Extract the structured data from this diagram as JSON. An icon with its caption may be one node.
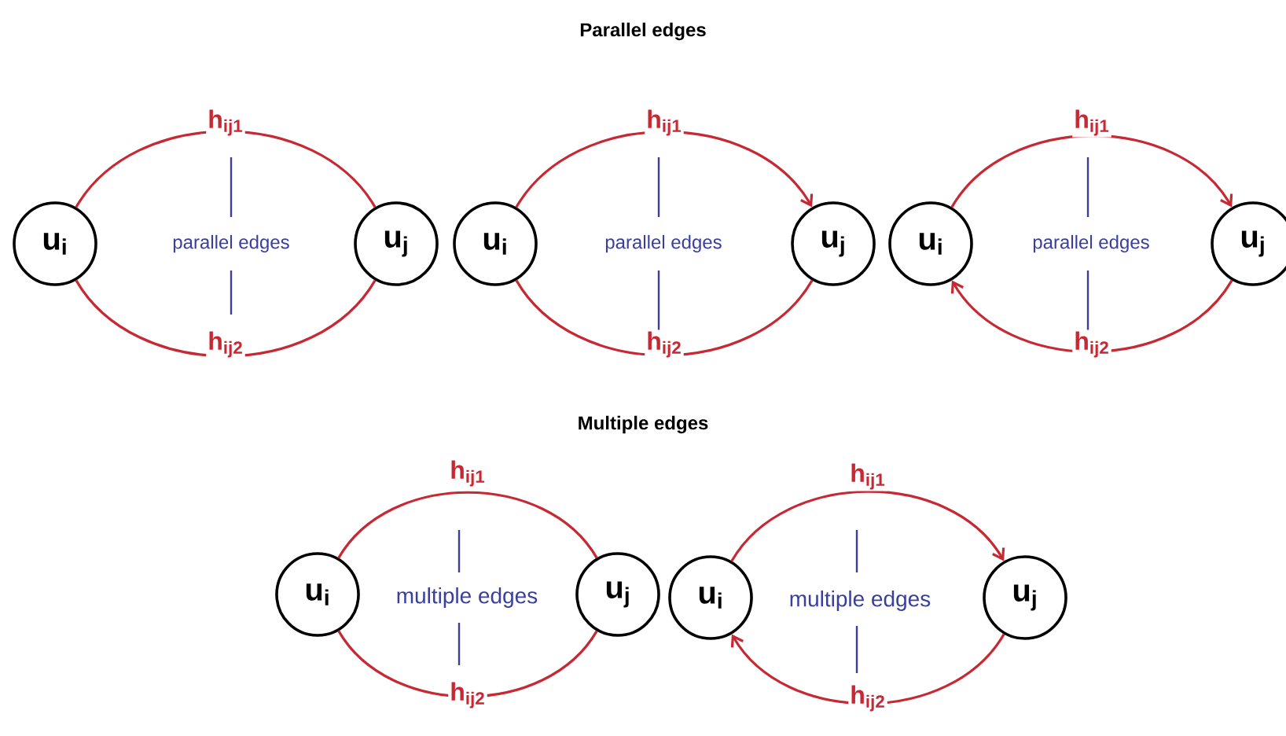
{
  "diagram": {
    "nodes": [
      {
        "text": [
          "u$_{i}$"
        ]
      },
      {
        "text": [
          "u$_{j}$"
        ]
      },
      {
        "text": [
          "u$_{i}$"
        ]
      },
      {
        "text": [
          "u$_{j}$"
        ]
      },
      {
        "text": [
          "u$_{i}$"
        ]
      },
      {
        "text": [
          "u$_{j}$"
        ]
      },
      {
        "text": [
          "u$_{i}$"
        ]
      },
      {
        "text": [
          "u$_{j}$"
        ]
      },
      {
        "text": [
          "u$_{i}$"
        ]
      },
      {
        "text": [
          "u$_{j}$"
        ]
      }
    ],
    "edges": [
      {
        "from": 0,
        "to": 1,
        "arrow": "none",
        "label": "h$_{ij1}$"
      },
      {
        "from": 0,
        "to": 1,
        "arrow": "none",
        "label": "h$_{ij2}$"
      },
      {
        "from": 2,
        "to": 3,
        "arrow": "to",
        "label": "h$_{ij1}$"
      },
      {
        "from": 2,
        "to": 3,
        "arrow": "none",
        "label": "h$_{ij2}$"
      },
      {
        "from": 4,
        "to": 5,
        "arrow": "to",
        "label": "h$_{ij1}$"
      },
      {
        "from": 5,
        "to": 4,
        "arrow": "to",
        "label": "h$_{ij2}$"
      },
      {
        "from": 6,
        "to": 7,
        "arrow": "none",
        "label": "h$_{ij1}$"
      },
      {
        "from": 6,
        "to": 7,
        "arrow": "none",
        "label": "h$_{ij2}$"
      },
      {
        "from": 8,
        "to": 9,
        "arrow": "to",
        "label": "h$_{ij1}$"
      },
      {
        "from": 9,
        "to": 8,
        "arrow": "to",
        "label": "h$_{ij2}$"
      }
    ],
    "labels": [
      "Parallel edges",
      "parallel edges",
      "parallel edges",
      "parallel edges",
      "Multiple edges",
      "multiple edges",
      "multiple edges"
    ]
  }
}
